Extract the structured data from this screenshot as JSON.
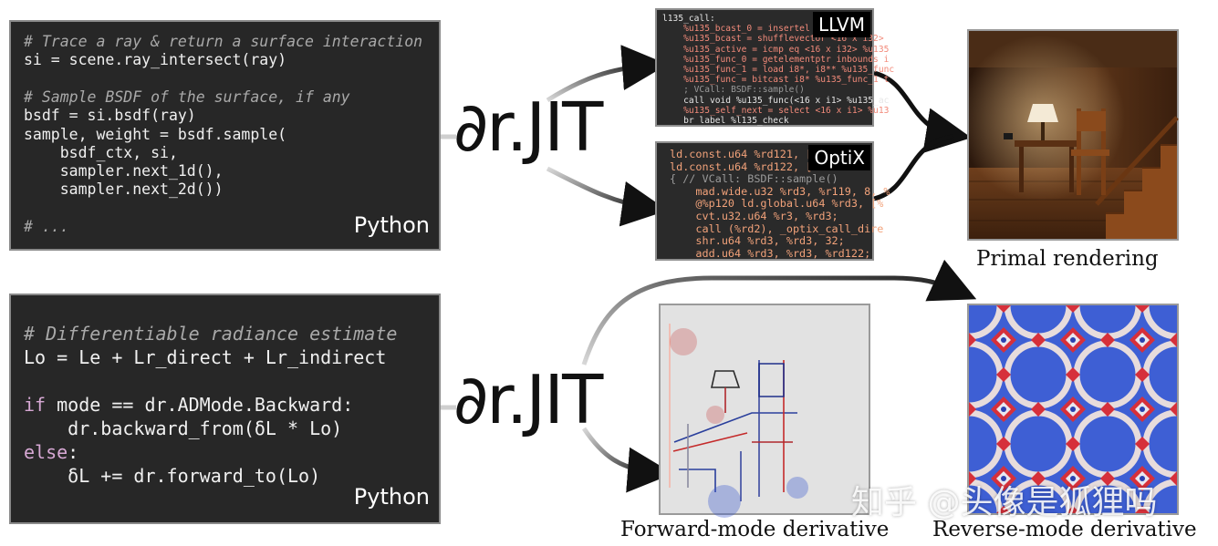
{
  "top_code": {
    "language": "Python",
    "lines": [
      {
        "text": "# Trace a ray & return a surface interaction",
        "kind": "comment"
      },
      {
        "text": "si = scene.ray_intersect(ray)",
        "kind": "code"
      },
      {
        "text": "",
        "kind": "code"
      },
      {
        "text": "# Sample BSDF of the surface, if any",
        "kind": "comment"
      },
      {
        "text": "bsdf = si.bsdf(ray)",
        "kind": "code"
      },
      {
        "text": "sample, weight = bsdf.sample(",
        "kind": "code"
      },
      {
        "text": "    bsdf_ctx, si,",
        "kind": "code"
      },
      {
        "text": "    sampler.next_1d(),",
        "kind": "code"
      },
      {
        "text": "    sampler.next_2d())",
        "kind": "code"
      },
      {
        "text": "",
        "kind": "code"
      },
      {
        "text": "# ...",
        "kind": "comment"
      }
    ]
  },
  "bottom_code": {
    "language": "Python",
    "lines": [
      {
        "text": "# Differentiable radiance estimate",
        "kind": "comment"
      },
      {
        "text": "Lo = Le + Lr_direct + Lr_indirect",
        "kind": "code"
      },
      {
        "text": "",
        "kind": "code"
      },
      {
        "text": "if mode == dr.ADMode.Backward:",
        "kind": "kw"
      },
      {
        "text": "    dr.backward_from(δL * Lo)",
        "kind": "code"
      },
      {
        "text": "else:",
        "kind": "kw"
      },
      {
        "text": "    δL += dr.forward_to(Lo)",
        "kind": "code"
      }
    ]
  },
  "logo": {
    "text": "∂r.JIT"
  },
  "llvm": {
    "tag": "LLVM",
    "lines": [
      {
        "text": "l135_call:",
        "color": "#e6e6e6"
      },
      {
        "text": "    %u135_bcast_0 = insertel",
        "color": "#f28a7a"
      },
      {
        "text": "    %u135_bcast = shufflevector <16 x i32>",
        "color": "#f28a7a"
      },
      {
        "text": "    %u135_active = icmp eq <16 x i32> %u135",
        "color": "#f28a7a"
      },
      {
        "text": "    %u135_func_0 = getelementptr inbounds i",
        "color": "#f28a7a"
      },
      {
        "text": "    %u135_func_1 = load i8*, i8** %u135_func",
        "color": "#f28a7a"
      },
      {
        "text": "    %u135_func = bitcast i8* %u135_func_1 t",
        "color": "#f28a7a"
      },
      {
        "text": "    ; VCall: BSDF::sample()",
        "color": "#9a9a9a"
      },
      {
        "text": "    call void %u135_func(<16 x i1> %u135_ac",
        "color": "#e6e6e6"
      },
      {
        "text": "    %u135_self_next = select <16 x i1> %u13",
        "color": "#f28a7a"
      },
      {
        "text": "    br label %l135_check",
        "color": "#e6e6e6"
      }
    ]
  },
  "optix": {
    "tag": "OptiX",
    "lines": [
      {
        "text": "ld.const.u64 %rd121, [",
        "color": "#f2a27a"
      },
      {
        "text": "ld.const.u64 %rd122, [",
        "color": "#f2a27a"
      },
      {
        "text": "{ // VCall: BSDF::sample()",
        "color": "#9a9a9a"
      },
      {
        "text": "    mad.wide.u32 %rd3, %r119, 8, %",
        "color": "#f2a27a"
      },
      {
        "text": "    @%p120 ld.global.u64 %rd3, [%",
        "color": "#f2a27a"
      },
      {
        "text": "    cvt.u32.u64 %r3, %rd3;",
        "color": "#f2a27a"
      },
      {
        "text": "    call (%rd2), _optix_call_dire",
        "color": "#f2a27a"
      },
      {
        "text": "    shr.u64 %rd3, %rd3, 32;",
        "color": "#f2a27a"
      },
      {
        "text": "    add.u64 %rd3, %rd3, %rd122;",
        "color": "#f2a27a"
      }
    ]
  },
  "captions": {
    "primal": "Primal rendering",
    "forward": "Forward-mode derivative",
    "reverse": "Reverse-mode derivative"
  },
  "watermark": "知乎 @头像是狐狸吗",
  "colors": {
    "code_bg": "#272727",
    "comment": "#a9a9a9",
    "keyword": "#d7a8d4",
    "derivative_positive": "#c8202a",
    "derivative_negative": "#2f55c8"
  }
}
